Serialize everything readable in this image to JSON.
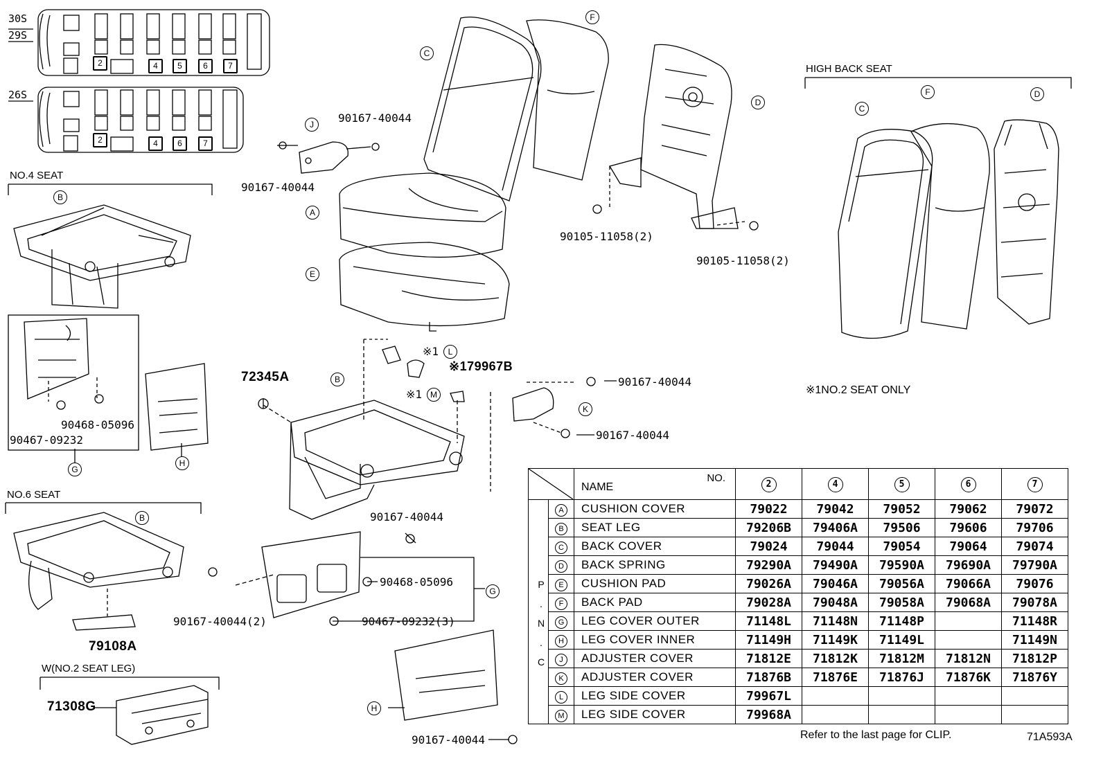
{
  "layout_30s": {
    "row_labels": [
      "30S",
      "29S"
    ],
    "boxes": [
      "2",
      "4",
      "5",
      "6",
      "7"
    ]
  },
  "layout_26s": {
    "row_labels": [
      "26S"
    ],
    "boxes": [
      "2",
      "4",
      "6",
      "7"
    ]
  },
  "sections": {
    "no4_seat": "NO.4 SEAT",
    "no6_seat": "NO.6 SEAT",
    "w_seat_leg": "W(NO.2 SEAT LEG)",
    "high_back_seat": "HIGH BACK SEAT",
    "note": "※1NO.2 SEAT ONLY"
  },
  "callouts": {
    "A": "A",
    "B": "B",
    "C": "C",
    "D": "D",
    "E": "E",
    "F": "F",
    "G": "G",
    "H": "H",
    "J": "J",
    "K": "K",
    "L": "L",
    "M": "M"
  },
  "parts": {
    "p1": "90167-40044",
    "p2": "90167-40044",
    "p3": "90105-11058(2)",
    "p4": "90105-11058(2)",
    "p5": "90468-05096",
    "p6": "90467-09232",
    "p7": "72345A",
    "p8": "※1",
    "p9": "※179967B",
    "p10": "※1",
    "p11": "90167-40044",
    "p12": "90167-40044",
    "p13": "90167-40044",
    "p14": "90468-05096",
    "p15": "90167-40044(2)",
    "p16": "90467-09232(3)",
    "p17": "79108A",
    "p18": "71308G",
    "p19": "90167-40044"
  },
  "table": {
    "header_no": "NO.",
    "header_name": "NAME",
    "columns": [
      "2",
      "4",
      "5",
      "6",
      "7"
    ],
    "pnc": [
      "P",
      ".",
      "N",
      ".",
      "C"
    ],
    "rows": [
      {
        "key": "A",
        "name": "CUSHION COVER",
        "values": [
          "79022",
          "79042",
          "79052",
          "79062",
          "79072"
        ]
      },
      {
        "key": "B",
        "name": "SEAT LEG",
        "values": [
          "79206B",
          "79406A",
          "79506",
          "79606",
          "79706"
        ]
      },
      {
        "key": "C",
        "name": "BACK COVER",
        "values": [
          "79024",
          "79044",
          "79054",
          "79064",
          "79074"
        ]
      },
      {
        "key": "D",
        "name": "BACK SPRING",
        "values": [
          "79290A",
          "79490A",
          "79590A",
          "79690A",
          "79790A"
        ]
      },
      {
        "key": "E",
        "name": "CUSHION PAD",
        "values": [
          "79026A",
          "79046A",
          "79056A",
          "79066A",
          "79076"
        ]
      },
      {
        "key": "F",
        "name": "BACK PAD",
        "values": [
          "79028A",
          "79048A",
          "79058A",
          "79068A",
          "79078A"
        ]
      },
      {
        "key": "G",
        "name": "LEG COVER OUTER",
        "values": [
          "71148L",
          "71148N",
          "71148P",
          "",
          "71148R"
        ]
      },
      {
        "key": "H",
        "name": "LEG COVER INNER",
        "values": [
          "71149H",
          "71149K",
          "71149L",
          "",
          "71149N"
        ]
      },
      {
        "key": "J",
        "name": "ADJUSTER COVER",
        "values": [
          "71812E",
          "71812K",
          "71812M",
          "71812N",
          "71812P"
        ]
      },
      {
        "key": "K",
        "name": "ADJUSTER COVER",
        "values": [
          "71876B",
          "71876E",
          "71876J",
          "71876K",
          "71876Y"
        ]
      },
      {
        "key": "L",
        "name": "LEG SIDE COVER",
        "values": [
          "79967L",
          "",
          "",
          "",
          ""
        ]
      },
      {
        "key": "M",
        "name": "LEG SIDE COVER",
        "values": [
          "79968A",
          "",
          "",
          "",
          ""
        ]
      }
    ]
  },
  "footer": {
    "note": "Refer to the last page for CLIP.",
    "code": "71A593A"
  }
}
